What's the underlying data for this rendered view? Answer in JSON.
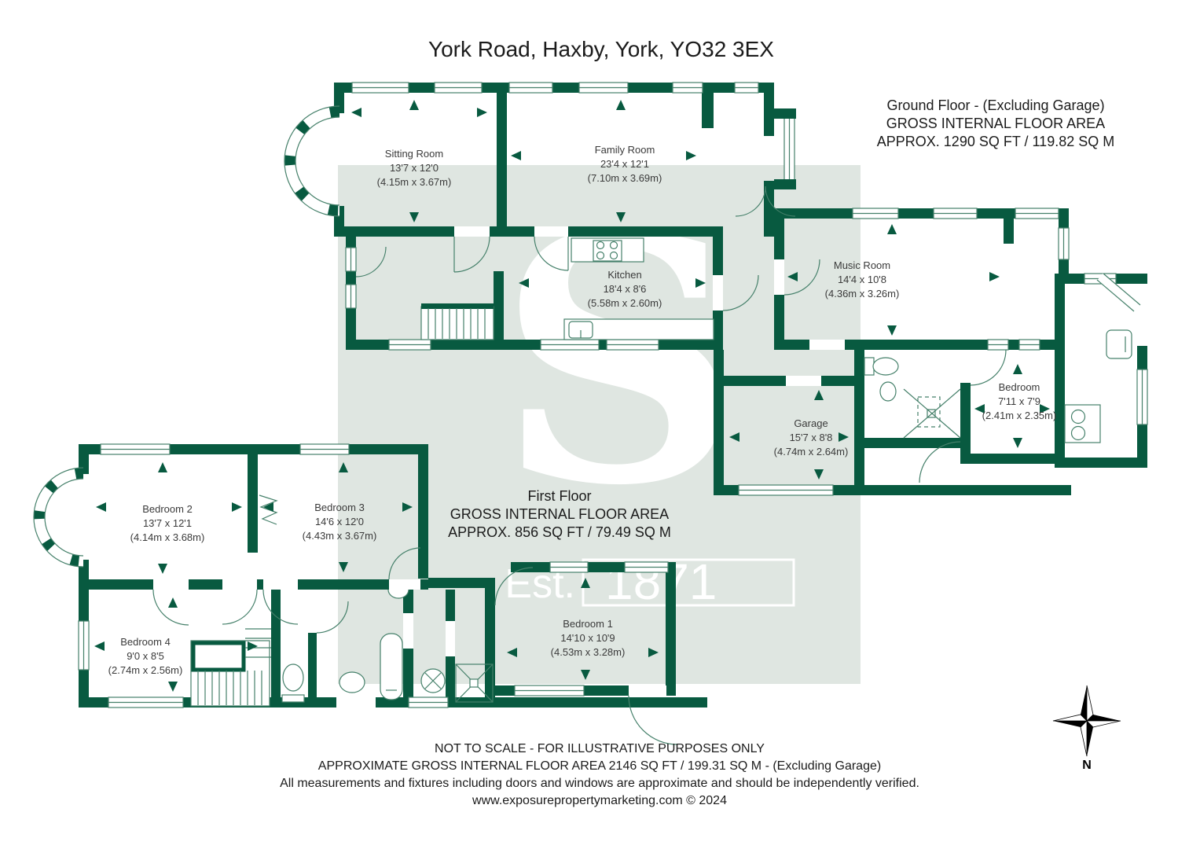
{
  "title": "York Road, Haxby, York, YO32 3EX",
  "ground_floor_heading": {
    "line1": "Ground Floor - (Excluding Garage)",
    "line2": "GROSS INTERNAL FLOOR AREA",
    "line3": "APPROX. 1290 SQ FT / 119.82 SQ M"
  },
  "first_floor_heading": {
    "line1": "First Floor",
    "line2": "GROSS INTERNAL FLOOR AREA",
    "line3": "APPROX. 856 SQ FT / 79.49 SQ M"
  },
  "rooms": {
    "sitting_room": {
      "name": "Sitting Room",
      "dims_ft": "13'7 x 12'0",
      "dims_m": "(4.15m x 3.67m)"
    },
    "family_room": {
      "name": "Family Room",
      "dims_ft": "23'4 x 12'1",
      "dims_m": "(7.10m x 3.69m)"
    },
    "kitchen": {
      "name": "Kitchen",
      "dims_ft": "18'4 x 8'6",
      "dims_m": "(5.58m x 2.60m)"
    },
    "music_room": {
      "name": "Music Room",
      "dims_ft": "14'4 x 10'8",
      "dims_m": "(4.36m x 3.26m)"
    },
    "bedroom": {
      "name": "Bedroom",
      "dims_ft": "7'11 x 7'9",
      "dims_m": "(2.41m x 2.35m)"
    },
    "garage": {
      "name": "Garage",
      "dims_ft": "15'7 x 8'8",
      "dims_m": "(4.74m x 2.64m)"
    },
    "bedroom_1": {
      "name": "Bedroom 1",
      "dims_ft": "14'10 x 10'9",
      "dims_m": "(4.53m x 3.28m)"
    },
    "bedroom_2": {
      "name": "Bedroom 2",
      "dims_ft": "13'7 x 12'1",
      "dims_m": "(4.14m x 3.68m)"
    },
    "bedroom_3": {
      "name": "Bedroom 3",
      "dims_ft": "14'6 x 12'0",
      "dims_m": "(4.43m x 3.67m)"
    },
    "bedroom_4": {
      "name": "Bedroom 4",
      "dims_ft": "9'0 x 8'5",
      "dims_m": "(2.74m x 2.56m)"
    }
  },
  "watermark": {
    "letter": "S",
    "est": "Est.",
    "year": "1871"
  },
  "compass": {
    "label": "N"
  },
  "footer": {
    "line1": "NOT TO SCALE - FOR ILLUSTRATIVE PURPOSES ONLY",
    "line2": "APPROXIMATE GROSS INTERNAL FLOOR AREA 2146 SQ FT / 199.31 SQ M - (Excluding Garage)",
    "line3": "All measurements and fixtures including doors and windows are approximate and should be independently verified.",
    "line4": "www.exposurepropertymarketing.com © 2024"
  },
  "colors": {
    "wall": "#085a40",
    "fixture_line": "#45806a",
    "watermark_bg": "#dfe6e1",
    "watermark_text": "#ffffff",
    "text": "#1b1b1b"
  }
}
